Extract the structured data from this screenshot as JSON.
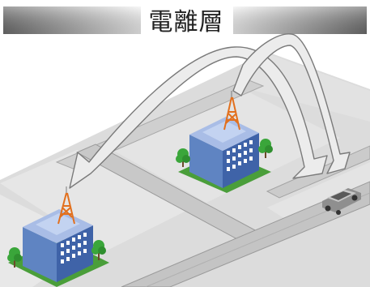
{
  "diagram": {
    "title": "電離層"
  },
  "colors": {
    "banner_gradient_dark": "#7d7d7d",
    "banner_gradient_light": "#f0f0f0",
    "ground": "#dcdcdc",
    "road": "#c4c4c4",
    "road_edge": "#9a9a9a",
    "arrow_fill": "#ececec",
    "arrow_stroke": "#7a7a7a",
    "building_front": "#5f84c2",
    "building_side": "#3f63a8",
    "building_roof": "#a9bde6",
    "window": "#ffffff",
    "tower": "#e2701e",
    "tree": "#3aa63a",
    "lawn": "#4a9e3a",
    "car": "#9b9b9b"
  },
  "icons": {
    "ionosphere_label": "banner",
    "building": "office-building-icon",
    "tower": "radio-tower-icon",
    "tree": "tree-icon",
    "car": "car-icon",
    "signal_path": "curved-arrow"
  }
}
